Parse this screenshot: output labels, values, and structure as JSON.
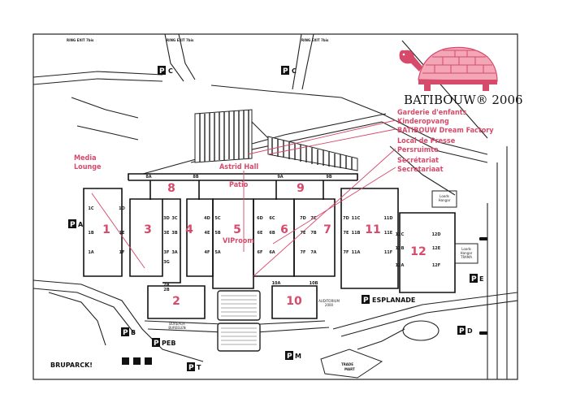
{
  "brand": {
    "title": "BATIBOUW® 2006",
    "colors": {
      "accent": "#d64a6b",
      "ink": "#111111"
    }
  },
  "halls": {
    "h1": "1",
    "h2": "2",
    "h3": "3",
    "h4": "4",
    "h5": "5",
    "h6": "6",
    "h7": "7",
    "h8": "8",
    "h9": "9",
    "h10": "10",
    "h11": "11",
    "h12": "12"
  },
  "callouts": {
    "media": [
      "Media",
      "Lounge"
    ],
    "astrid": "Astrid Hall",
    "patio": "Patio",
    "viproom": "VIProom",
    "garderie": [
      "Garderie d'enfants",
      "Kinderopvang",
      "BATIBOUW Dream Factory"
    ],
    "presse": [
      "Local de Presse",
      "Persruimte"
    ],
    "secretariat": [
      "Secrétariat",
      "Secretariaat"
    ]
  },
  "parking": {
    "c1": "C",
    "c2": "C",
    "a": "A",
    "b": "B",
    "peb": "PEB",
    "m": "M",
    "t": "T",
    "e": "E",
    "esplanade": "ESPLANADE",
    "d": "D"
  },
  "places": {
    "trade_mart": [
      "TRADE",
      "MART"
    ],
    "bruparck": "BRUPARCK!",
    "bureaux": [
      "BUREAUX",
      "BUREELEN"
    ],
    "ring_exit_1": "RING EXIT 7bis",
    "ring_exit_2": "RING EXIT 7bis",
    "ring_exit_3": "RING EXIT 7bis",
    "loods_hangar": [
      "Loods",
      "Hangar"
    ],
    "loods_trama": [
      "Loods",
      "Hangar",
      "TRAMA"
    ],
    "auditorium": [
      "AUDITORIUM",
      "2000"
    ]
  },
  "stands": {
    "h1": [
      "1C",
      "1B",
      "1A",
      "1D",
      "1E",
      "1F"
    ],
    "h3": [
      "3D",
      "3C",
      "3E",
      "3B",
      "3F",
      "3A",
      "3G"
    ],
    "h4": [
      "4D",
      "5C",
      "4E",
      "5B",
      "4F",
      "5A"
    ],
    "h6": [
      "6D",
      "6C",
      "6E",
      "6B",
      "6F",
      "6A"
    ],
    "h7": [
      "7D",
      "7C",
      "7E",
      "7B",
      "7F",
      "7A"
    ],
    "h11": [
      "7D",
      "11C",
      "7E",
      "11B",
      "7F",
      "11A",
      "11D",
      "11E",
      "11F"
    ],
    "h12": [
      "12C",
      "12D",
      "12B",
      "12E",
      "12A",
      "12F"
    ],
    "misc": [
      "2A",
      "2B",
      "8A",
      "8B",
      "9A",
      "9B",
      "10A",
      "10B"
    ]
  }
}
